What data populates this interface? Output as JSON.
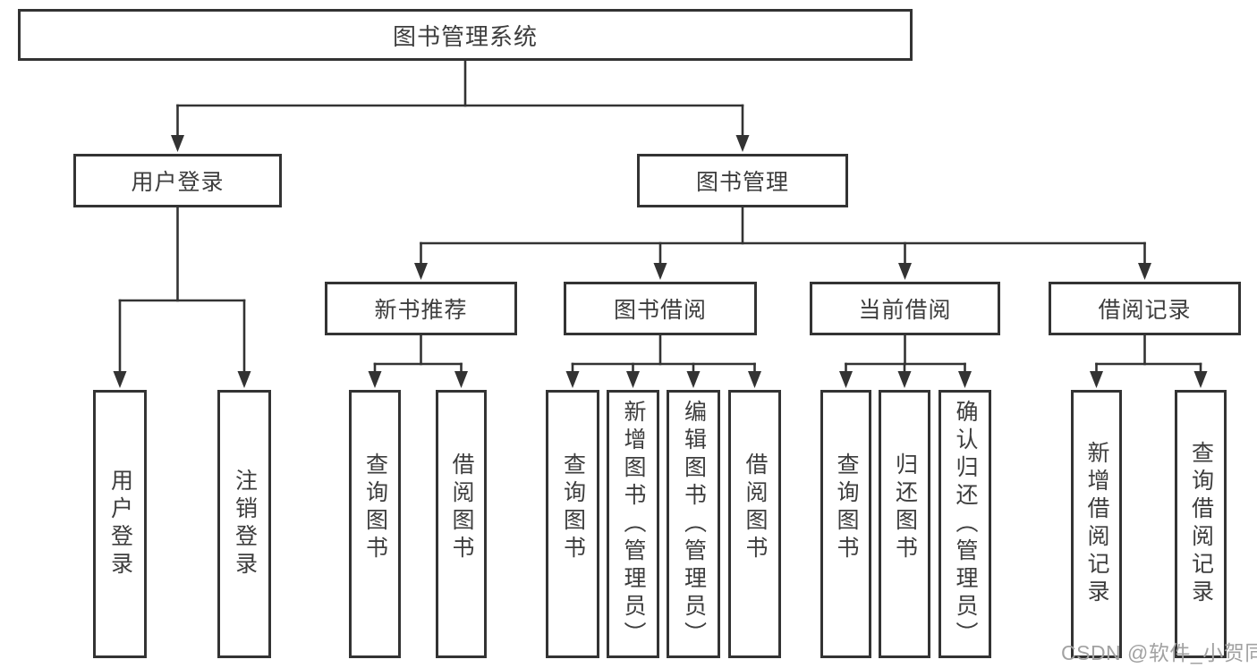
{
  "tree": {
    "root": {
      "label": "图书管理系统"
    },
    "branches": [
      {
        "label": "用户登录",
        "children": [
          {
            "label": "用户登录"
          },
          {
            "label": "注销登录"
          }
        ]
      },
      {
        "label": "图书管理",
        "groups": [
          {
            "label": "新书推荐",
            "children": [
              {
                "label": "查询图书"
              },
              {
                "label": "借阅图书"
              }
            ]
          },
          {
            "label": "图书借阅",
            "children": [
              {
                "label": "查询图书"
              },
              {
                "label": "新增图书（管理员）"
              },
              {
                "label": "编辑图书（管理员）"
              },
              {
                "label": "借阅图书"
              }
            ]
          },
          {
            "label": "当前借阅",
            "children": [
              {
                "label": "查询图书"
              },
              {
                "label": "归还图书"
              },
              {
                "label": "确认归还（管理员）"
              }
            ]
          },
          {
            "label": "借阅记录",
            "children": [
              {
                "label": "新增借阅记录"
              },
              {
                "label": "查询借阅记录"
              }
            ]
          }
        ]
      }
    ]
  },
  "watermark": {
    "text": "CSDN @软件_小贺同学"
  },
  "colors": {
    "line": "#333333",
    "text": "#3d3d3d",
    "watermark": "#a2a2a2",
    "background": "#ffffff"
  }
}
